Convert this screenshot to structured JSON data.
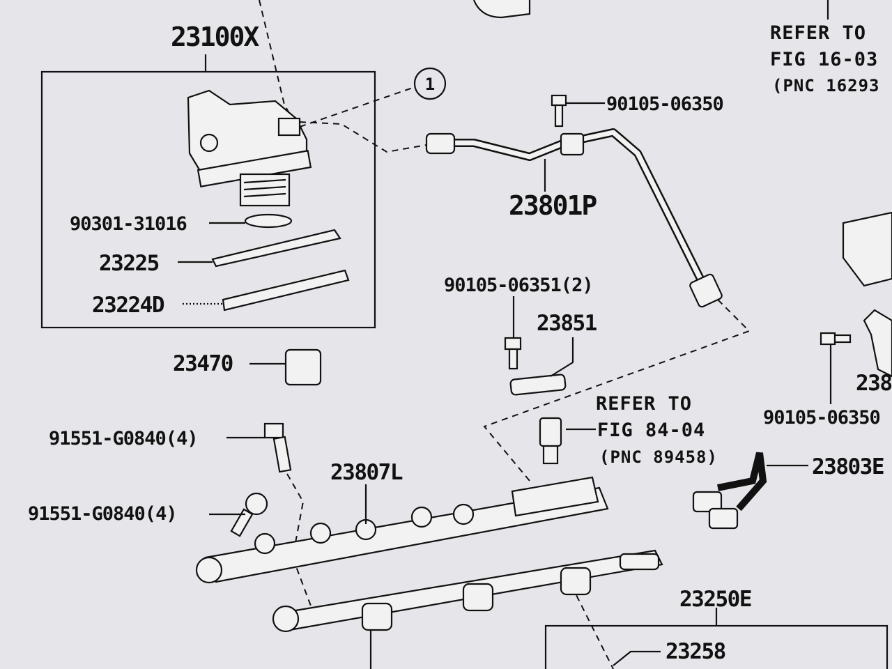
{
  "labels": {
    "p23100X": "23100X",
    "p90301": "90301-31016",
    "p23225": "23225",
    "p23224D": "23224D",
    "p23470": "23470",
    "p91551a": "91551-G0840(4)",
    "p91551b": "91551-G0840(4)",
    "p23807L": "23807L",
    "p23801P": "23801P",
    "p90105_06350a": "90105-06350",
    "p90105_06351": "90105-06351(2)",
    "p23851": "23851",
    "p90105_06350b": "90105-06350",
    "p238x": "238",
    "p23803E": "23803E",
    "p23250E": "23250E",
    "p23258": "23258",
    "callout1": "1"
  },
  "refs": {
    "top": {
      "line1": "REFER TO",
      "line2": "FIG 16-03",
      "line3": "(PNC 16293"
    },
    "mid": {
      "line1": "REFER TO",
      "line2": "FIG 84-04",
      "line3": "(PNC 89458)"
    }
  }
}
